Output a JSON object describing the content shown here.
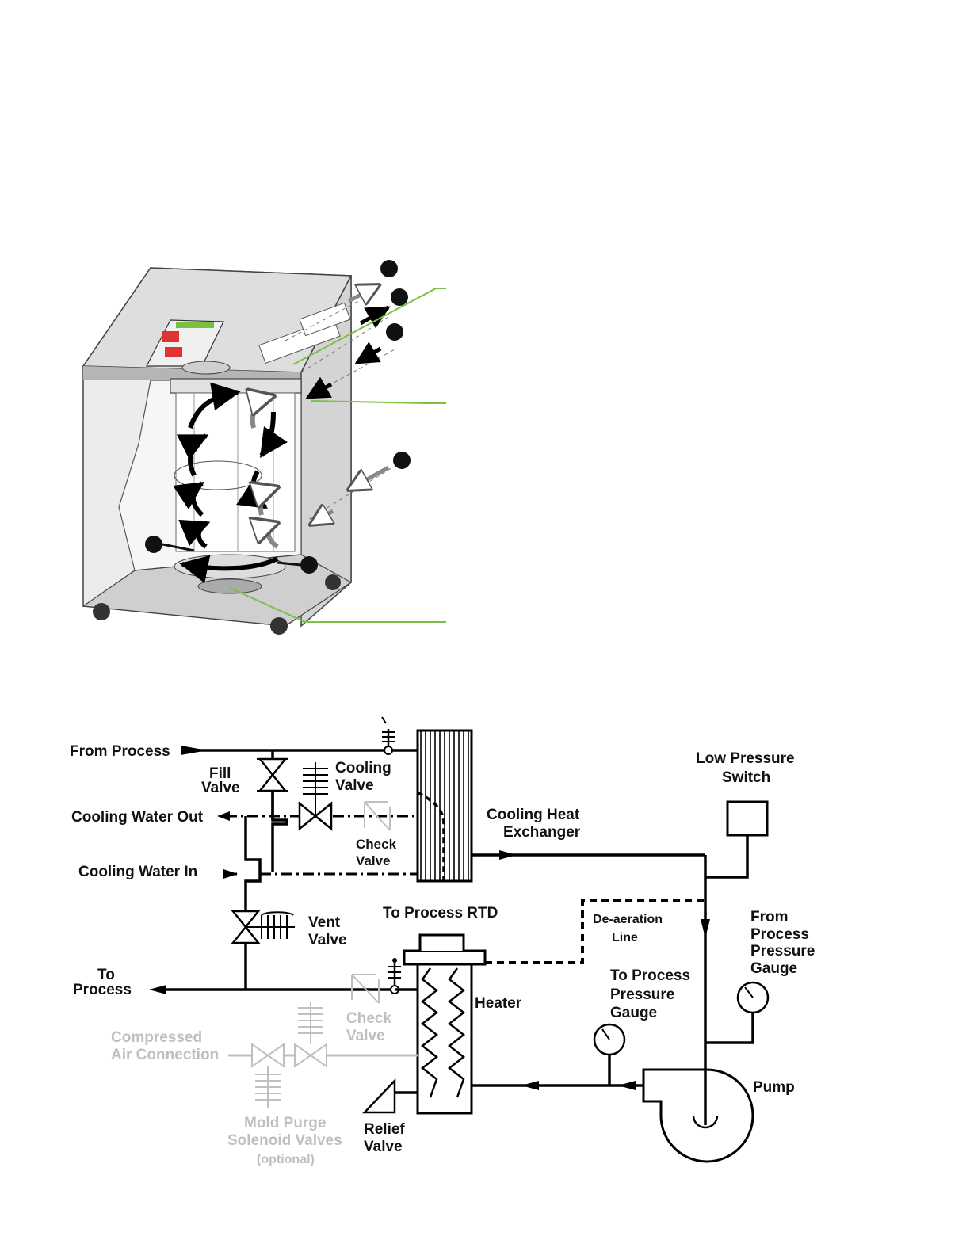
{
  "diagram": {
    "from_process": "From Process",
    "fill_valve": [
      "Fill",
      "Valve"
    ],
    "cooling_valve": [
      "Cooling",
      "Valve"
    ],
    "cooling_water_out": "Cooling Water Out",
    "check_valve_top": [
      "Check",
      "Valve"
    ],
    "cooling_heat_exchanger": [
      "Cooling Heat",
      "Exchanger"
    ],
    "cooling_water_in": "Cooling Water In",
    "low_pressure_switch": [
      "Low Pressure",
      "Switch"
    ],
    "de_aeration_line": [
      "De-aeration",
      "Line"
    ],
    "vent_valve": [
      "Vent",
      "Valve"
    ],
    "to_process_rtd": "To Process RTD",
    "to_process": [
      "To",
      "Process"
    ],
    "from_process_pressure_gauge": [
      "From",
      "Process",
      "Pressure",
      "Gauge"
    ],
    "to_process_pressure_gauge": [
      "To Process",
      "Pressure",
      "Gauge"
    ],
    "heater": "Heater",
    "check_valve_bottom": [
      "Check",
      "Valve"
    ],
    "compressed_air_connection": [
      "Compressed",
      "Air Connection"
    ],
    "mold_purge_solenoid_valves": [
      "Mold Purge",
      "Solenoid Valves",
      "(optional)"
    ],
    "relief_valve": [
      "Relief",
      "Valve"
    ],
    "pump": "Pump"
  },
  "colors": {
    "line": "#000000",
    "greyed": "#bfbfbf",
    "callout_line": "#7ac143",
    "cabinet": "#e6e6e6",
    "cabinet_dark": "#bdbdbd"
  }
}
